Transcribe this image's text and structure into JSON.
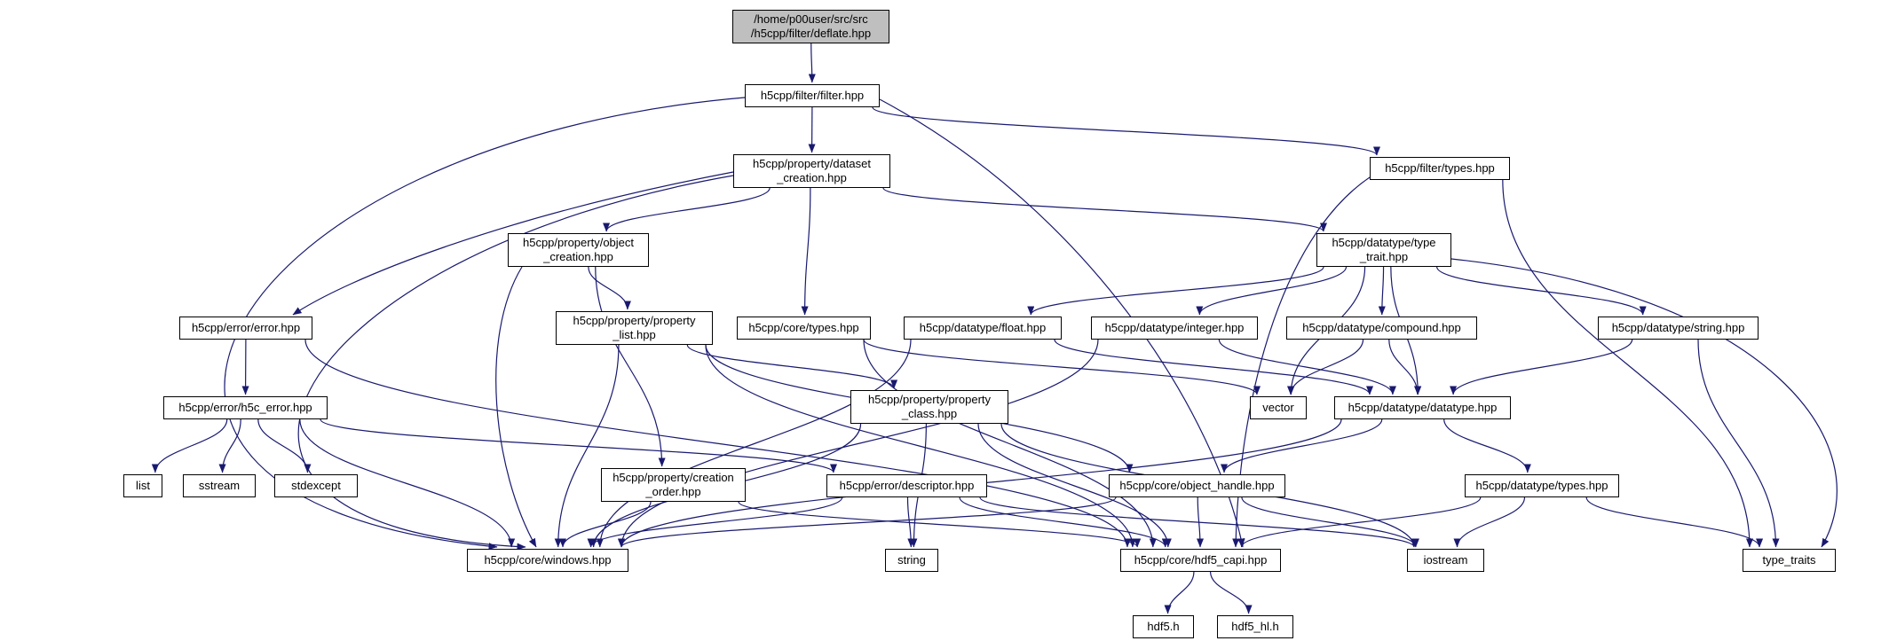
{
  "graph": {
    "colors": {
      "edge": "#191970",
      "node_border": "#000000",
      "node_fill": "#ffffff",
      "root_fill": "#bfbfbf",
      "text": "#000000",
      "background": "#ffffff"
    },
    "nodes": [
      {
        "id": "deflate",
        "label": "/home/p00user/src/src\n/h5cpp/filter/deflate.hpp"
      },
      {
        "id": "filter",
        "label": "h5cpp/filter/filter.hpp"
      },
      {
        "id": "dataset_creation",
        "label": "h5cpp/property/dataset\n_creation.hpp"
      },
      {
        "id": "filter_types",
        "label": "h5cpp/filter/types.hpp"
      },
      {
        "id": "object_creation",
        "label": "h5cpp/property/object\n_creation.hpp"
      },
      {
        "id": "type_trait",
        "label": "h5cpp/datatype/type\n_trait.hpp"
      },
      {
        "id": "error",
        "label": "h5cpp/error/error.hpp"
      },
      {
        "id": "property_list",
        "label": "h5cpp/property/property\n_list.hpp"
      },
      {
        "id": "core_types",
        "label": "h5cpp/core/types.hpp"
      },
      {
        "id": "float",
        "label": "h5cpp/datatype/float.hpp"
      },
      {
        "id": "integer",
        "label": "h5cpp/datatype/integer.hpp"
      },
      {
        "id": "compound",
        "label": "h5cpp/datatype/compound.hpp"
      },
      {
        "id": "string_dt",
        "label": "h5cpp/datatype/string.hpp"
      },
      {
        "id": "h5c_error",
        "label": "h5cpp/error/h5c_error.hpp"
      },
      {
        "id": "property_class",
        "label": "h5cpp/property/property\n_class.hpp"
      },
      {
        "id": "vector",
        "label": "vector"
      },
      {
        "id": "datatype",
        "label": "h5cpp/datatype/datatype.hpp"
      },
      {
        "id": "list",
        "label": "list"
      },
      {
        "id": "sstream",
        "label": "sstream"
      },
      {
        "id": "stdexcept",
        "label": "stdexcept"
      },
      {
        "id": "creation_order",
        "label": "h5cpp/property/creation\n_order.hpp"
      },
      {
        "id": "descriptor",
        "label": "h5cpp/error/descriptor.hpp"
      },
      {
        "id": "object_handle",
        "label": "h5cpp/core/object_handle.hpp"
      },
      {
        "id": "dt_types",
        "label": "h5cpp/datatype/types.hpp"
      },
      {
        "id": "windows",
        "label": "h5cpp/core/windows.hpp"
      },
      {
        "id": "string_std",
        "label": "string"
      },
      {
        "id": "hdf5_capi",
        "label": "h5cpp/core/hdf5_capi.hpp"
      },
      {
        "id": "iostream",
        "label": "iostream"
      },
      {
        "id": "type_traits",
        "label": "type_traits"
      },
      {
        "id": "hdf5_h",
        "label": "hdf5.h"
      },
      {
        "id": "hdf5_hl_h",
        "label": "hdf5_hl.h"
      }
    ],
    "edges": [
      [
        "deflate",
        "filter"
      ],
      [
        "filter",
        "dataset_creation"
      ],
      [
        "filter",
        "filter_types"
      ],
      [
        "filter",
        "hdf5_capi"
      ],
      [
        "filter",
        "windows"
      ],
      [
        "dataset_creation",
        "object_creation"
      ],
      [
        "dataset_creation",
        "type_trait"
      ],
      [
        "dataset_creation",
        "core_types"
      ],
      [
        "dataset_creation",
        "error"
      ],
      [
        "dataset_creation",
        "windows"
      ],
      [
        "filter_types",
        "hdf5_capi"
      ],
      [
        "filter_types",
        "type_traits"
      ],
      [
        "object_creation",
        "property_list"
      ],
      [
        "object_creation",
        "creation_order"
      ],
      [
        "object_creation",
        "windows"
      ],
      [
        "property_list",
        "property_class"
      ],
      [
        "property_list",
        "object_handle"
      ],
      [
        "property_list",
        "hdf5_capi"
      ],
      [
        "property_list",
        "windows"
      ],
      [
        "property_class",
        "string_std"
      ],
      [
        "property_class",
        "iostream"
      ],
      [
        "property_class",
        "hdf5_capi"
      ],
      [
        "property_class",
        "windows"
      ],
      [
        "creation_order",
        "hdf5_capi"
      ],
      [
        "creation_order",
        "windows"
      ],
      [
        "error",
        "h5c_error"
      ],
      [
        "error",
        "hdf5_capi"
      ],
      [
        "h5c_error",
        "list"
      ],
      [
        "h5c_error",
        "sstream"
      ],
      [
        "h5c_error",
        "stdexcept"
      ],
      [
        "h5c_error",
        "descriptor"
      ],
      [
        "h5c_error",
        "windows"
      ],
      [
        "descriptor",
        "string_std"
      ],
      [
        "descriptor",
        "hdf5_capi"
      ],
      [
        "descriptor",
        "windows"
      ],
      [
        "descriptor",
        "iostream"
      ],
      [
        "core_types",
        "vector"
      ],
      [
        "core_types",
        "hdf5_capi"
      ],
      [
        "type_trait",
        "float"
      ],
      [
        "type_trait",
        "integer"
      ],
      [
        "type_trait",
        "compound"
      ],
      [
        "type_trait",
        "string_dt"
      ],
      [
        "type_trait",
        "datatype"
      ],
      [
        "type_trait",
        "vector"
      ],
      [
        "type_trait",
        "type_traits"
      ],
      [
        "float",
        "datatype"
      ],
      [
        "float",
        "windows"
      ],
      [
        "integer",
        "datatype"
      ],
      [
        "integer",
        "windows"
      ],
      [
        "compound",
        "datatype"
      ],
      [
        "compound",
        "vector"
      ],
      [
        "string_dt",
        "datatype"
      ],
      [
        "string_dt",
        "type_traits"
      ],
      [
        "datatype",
        "object_handle"
      ],
      [
        "datatype",
        "dt_types"
      ],
      [
        "datatype",
        "windows"
      ],
      [
        "dt_types",
        "hdf5_capi"
      ],
      [
        "dt_types",
        "iostream"
      ],
      [
        "dt_types",
        "type_traits"
      ],
      [
        "object_handle",
        "hdf5_capi"
      ],
      [
        "object_handle",
        "windows"
      ],
      [
        "object_handle",
        "iostream"
      ],
      [
        "hdf5_capi",
        "hdf5_h"
      ],
      [
        "hdf5_capi",
        "hdf5_hl_h"
      ]
    ]
  }
}
